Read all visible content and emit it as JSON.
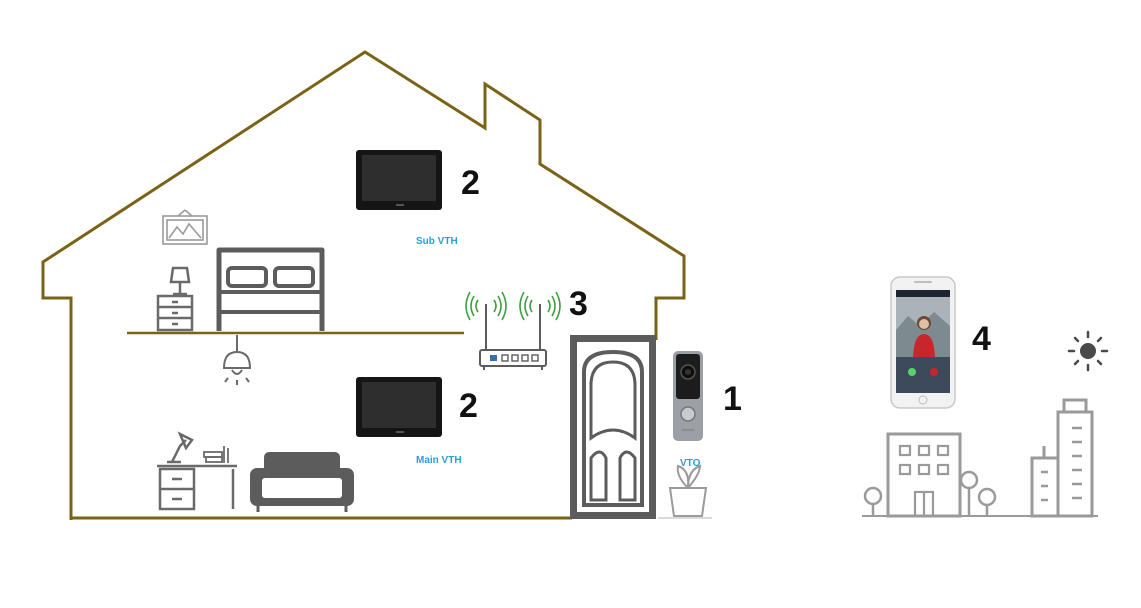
{
  "labels": {
    "sub_vth": "Sub VTH",
    "main_vth": "Main VTH",
    "vto": "VTO"
  },
  "numbers": {
    "sub_vth": "2",
    "main_vth": "2",
    "router": "3",
    "vto": "1",
    "phone": "4"
  },
  "colors": {
    "house_outline": "#7a6316",
    "icon_gray": "#5c5c5c",
    "light_gray": "#9a9a9a",
    "label_blue": "#2a9fd6",
    "wifi_green": "#3f9f3f",
    "phone_screen": "#3d4a5c",
    "dress_red": "#c8262d"
  },
  "icons": [
    "wall-picture-icon",
    "nightstand-lamp-icon",
    "bed-icon",
    "ceiling-lamp-icon",
    "desk-icon",
    "sofa-icon",
    "router-icon",
    "door-icon",
    "door-station-icon",
    "plant-icon",
    "smartphone-icon",
    "office-building-icon",
    "skyscraper-icon",
    "tree-icon",
    "sun-icon"
  ]
}
